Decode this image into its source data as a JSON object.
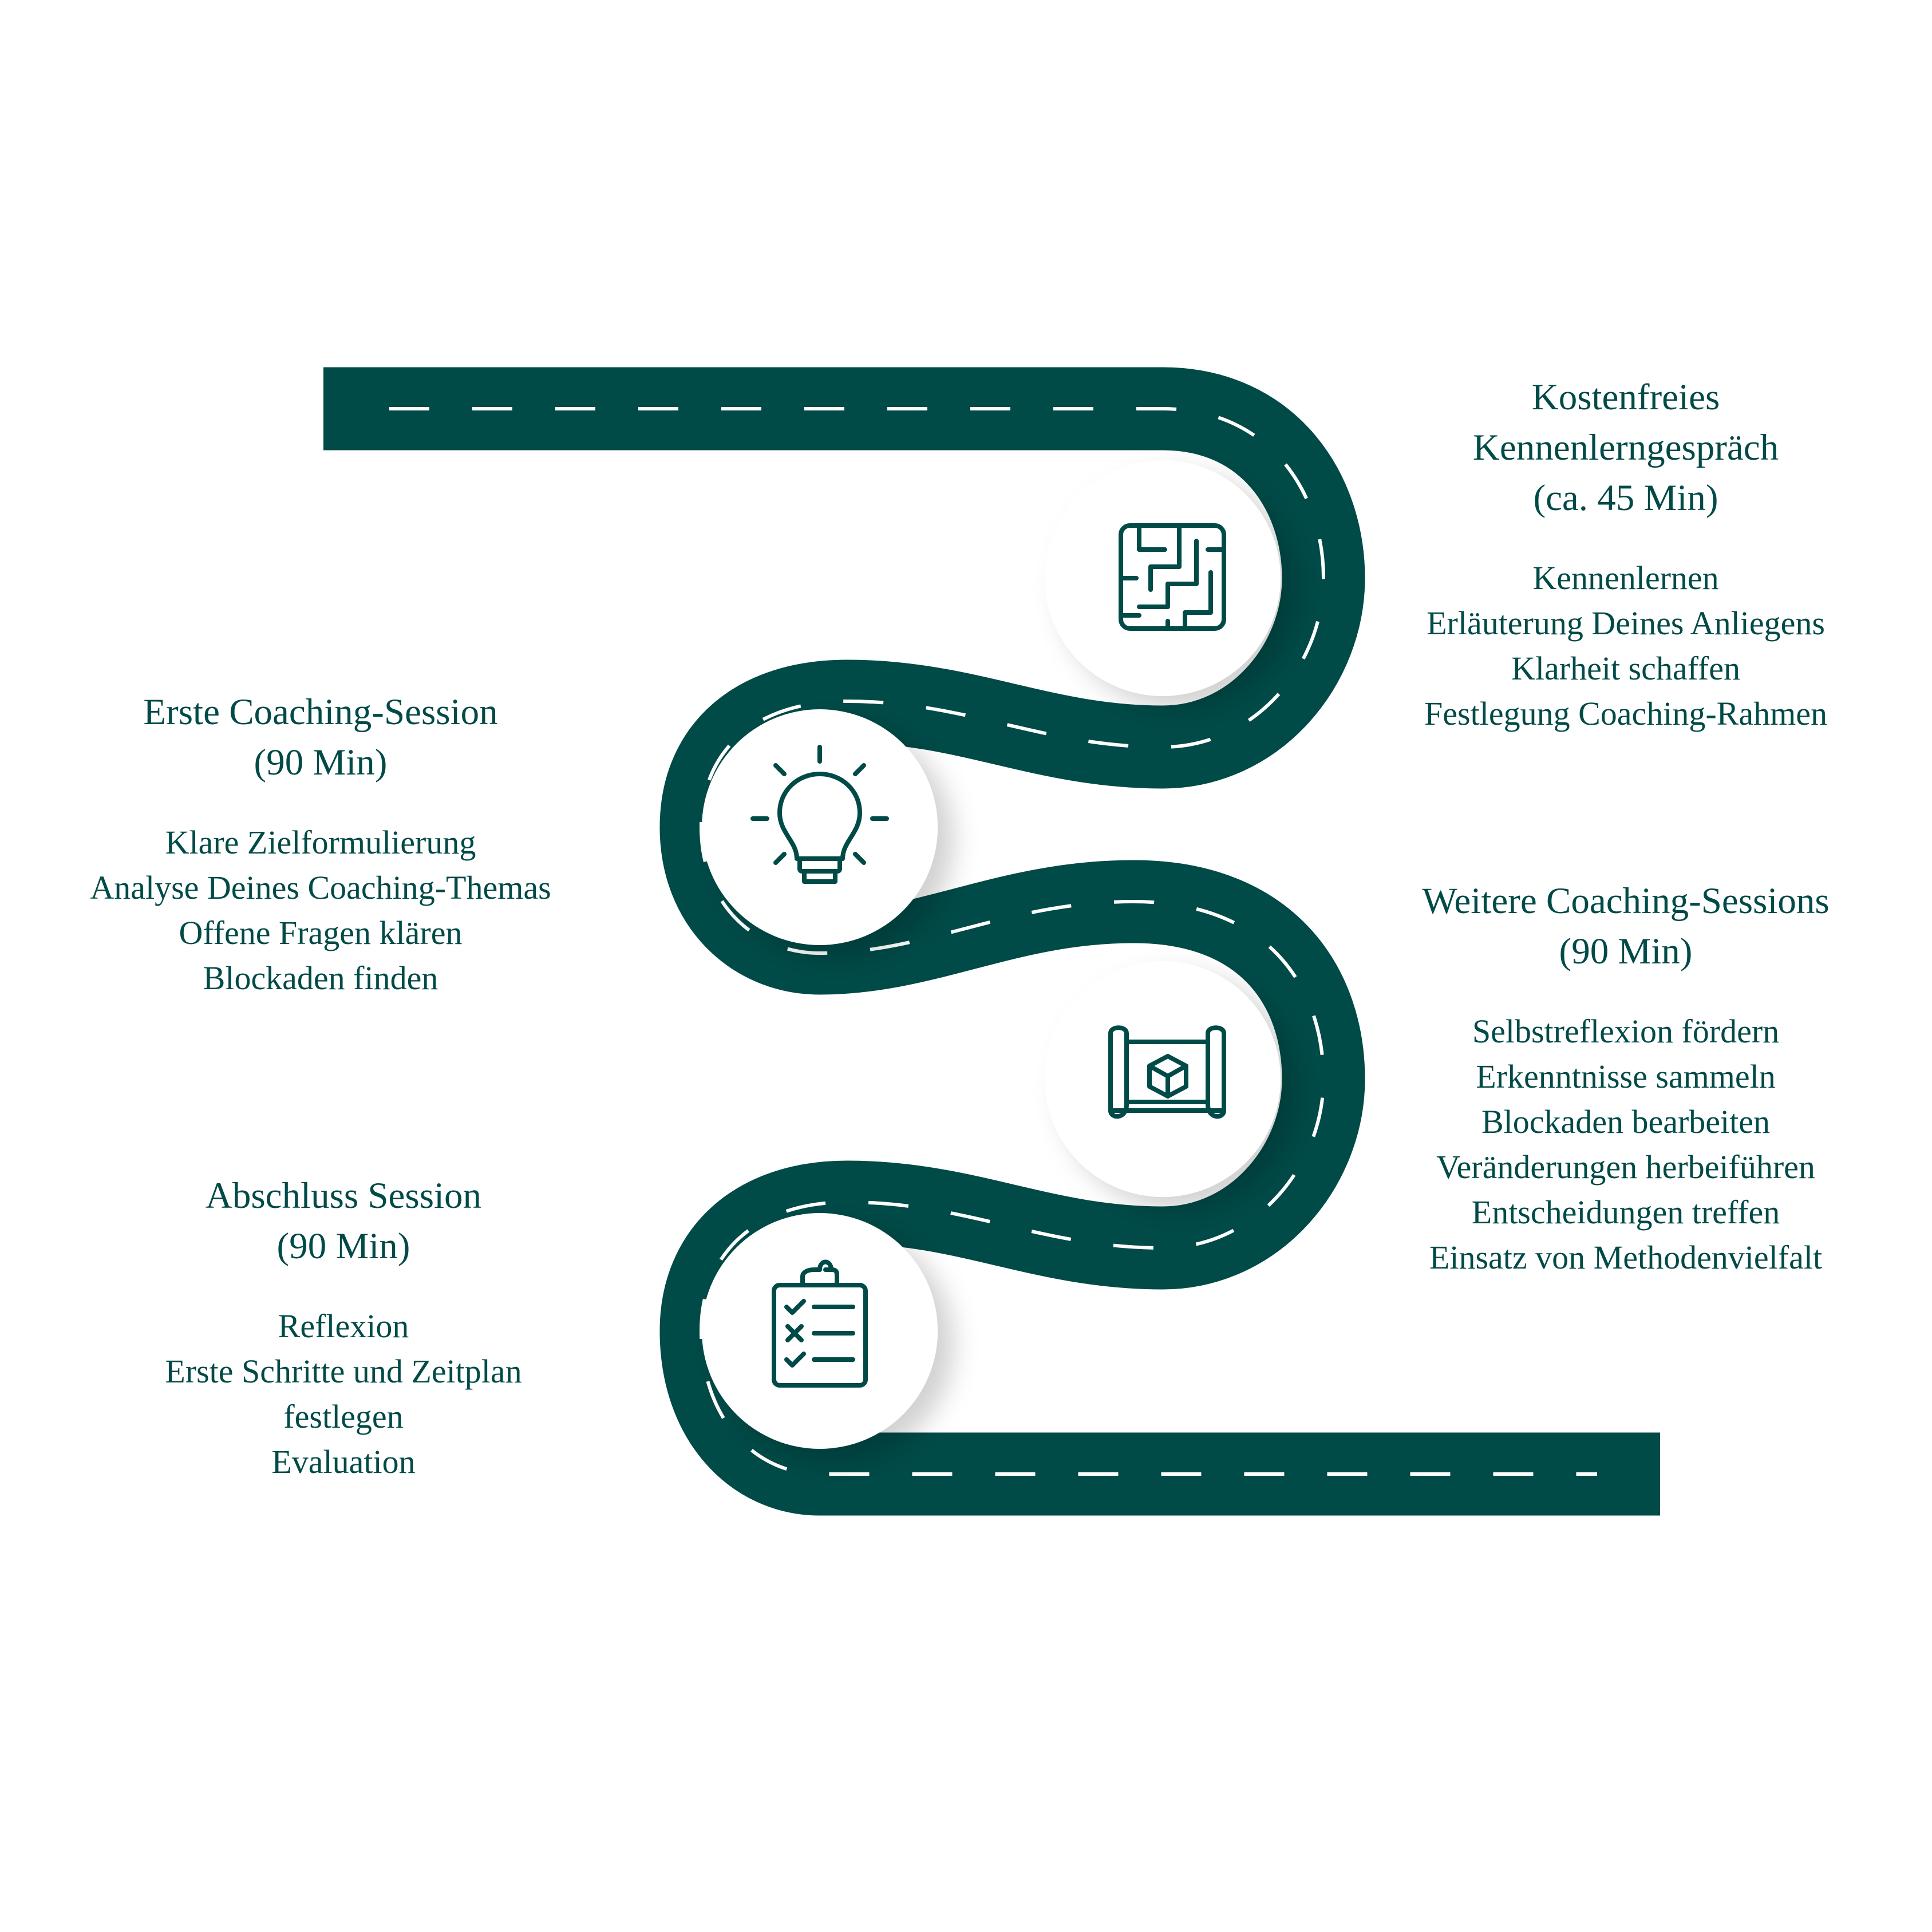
{
  "colors": {
    "road": "#004a47",
    "dash": "#ffffff",
    "circle": "#ffffff",
    "text": "#004a47",
    "background": "#ffffff"
  },
  "steps": [
    {
      "title_lines": [
        "Kostenfreies",
        "Kennenlerngespräch"
      ],
      "duration": "(ca. 45 Min)",
      "items": [
        "Kennenlernen",
        "Erläuterung Deines Anliegens",
        "Klarheit schaffen",
        "Festlegung Coaching-Rahmen"
      ],
      "icon": "maze-icon"
    },
    {
      "title_lines": [
        "Erste Coaching-Session"
      ],
      "duration": "(90 Min)",
      "items": [
        "Klare Zielformulierung",
        "Analyse Deines Coaching-Themas",
        "Offene Fragen klären",
        "Blockaden finden"
      ],
      "icon": "lightbulb-icon"
    },
    {
      "title_lines": [
        "Weitere Coaching-Sessions"
      ],
      "duration": "(90 Min)",
      "items": [
        "Selbstreflexion fördern",
        "Erkenntnisse sammeln",
        "Blockaden bearbeiten",
        "Veränderungen herbeiführen",
        "Entscheidungen treffen",
        "Einsatz von Methodenvielfalt"
      ],
      "icon": "blueprint-icon"
    },
    {
      "title_lines": [
        "Abschluss Session"
      ],
      "duration": "(90 Min)",
      "items": [
        "Reflexion",
        "Erste Schritte und Zeitplan",
        "festlegen",
        "Evaluation"
      ],
      "icon": "checklist-icon"
    }
  ]
}
